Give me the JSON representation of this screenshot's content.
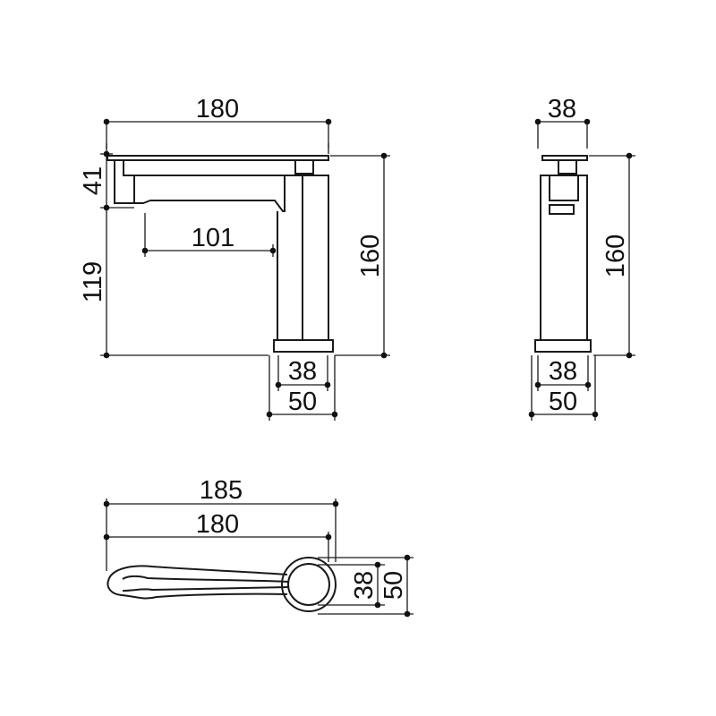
{
  "views": {
    "front": {
      "overall_length": "180",
      "spout_height": "41",
      "spout_bottom_height": "119",
      "spout_reach": "101",
      "total_height": "160",
      "base_inner": "38",
      "base_outer": "50"
    },
    "side": {
      "top_width": "38",
      "total_height": "160",
      "base_inner": "38",
      "base_outer": "50"
    },
    "top": {
      "overall_length": "185",
      "body_length": "180",
      "inner_diameter": "38",
      "outer_diameter": "50"
    }
  }
}
